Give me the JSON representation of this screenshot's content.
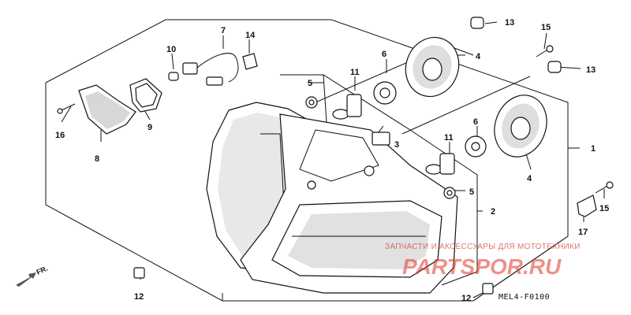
{
  "diagram": {
    "part_numbers": {
      "p1": "1",
      "p2": "2",
      "p3": "3",
      "p4a": "4",
      "p4b": "4",
      "p5a": "5",
      "p5b": "5",
      "p6a": "6",
      "p6b": "6",
      "p7": "7",
      "p8": "8",
      "p9": "9",
      "p10": "10",
      "p11a": "11",
      "p11b": "11",
      "p12a": "12",
      "p12b": "12",
      "p13a": "13",
      "p13b": "13",
      "p14": "14",
      "p15a": "15",
      "p15b": "15",
      "p16": "16",
      "p17": "17"
    },
    "direction_marker": "FR.",
    "diagram_code": "MEL4-F0100"
  },
  "watermark": {
    "tagline": "ЗАПЧАСТИ И АКСЕССУАРЫ ДЛЯ МОТОТЕХНИКИ",
    "brand": "PARTSPOR.RU"
  }
}
